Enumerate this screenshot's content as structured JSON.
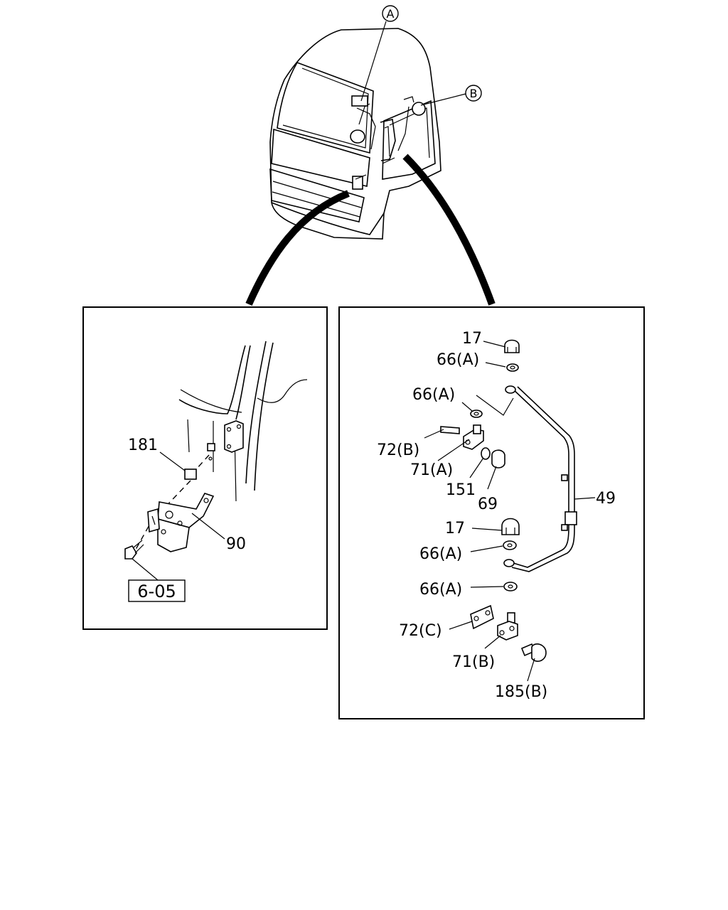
{
  "callouts": {
    "a": "A",
    "b": "B"
  },
  "left_panel": {
    "labels": {
      "p181": "181",
      "p90": "90"
    },
    "ref_box": "6-05"
  },
  "right_panel": {
    "labels": {
      "p17_top": "17",
      "p66a_1": "66(A)",
      "p66a_2": "66(A)",
      "p72b": "72(B)",
      "p71a": "71(A)",
      "p151": "151",
      "p69": "69",
      "p49": "49",
      "p17_mid": "17",
      "p66a_3": "66(A)",
      "p66a_4": "66(A)",
      "p72c": "72(C)",
      "p71b": "71(B)",
      "p185b": "185(B)"
    }
  }
}
